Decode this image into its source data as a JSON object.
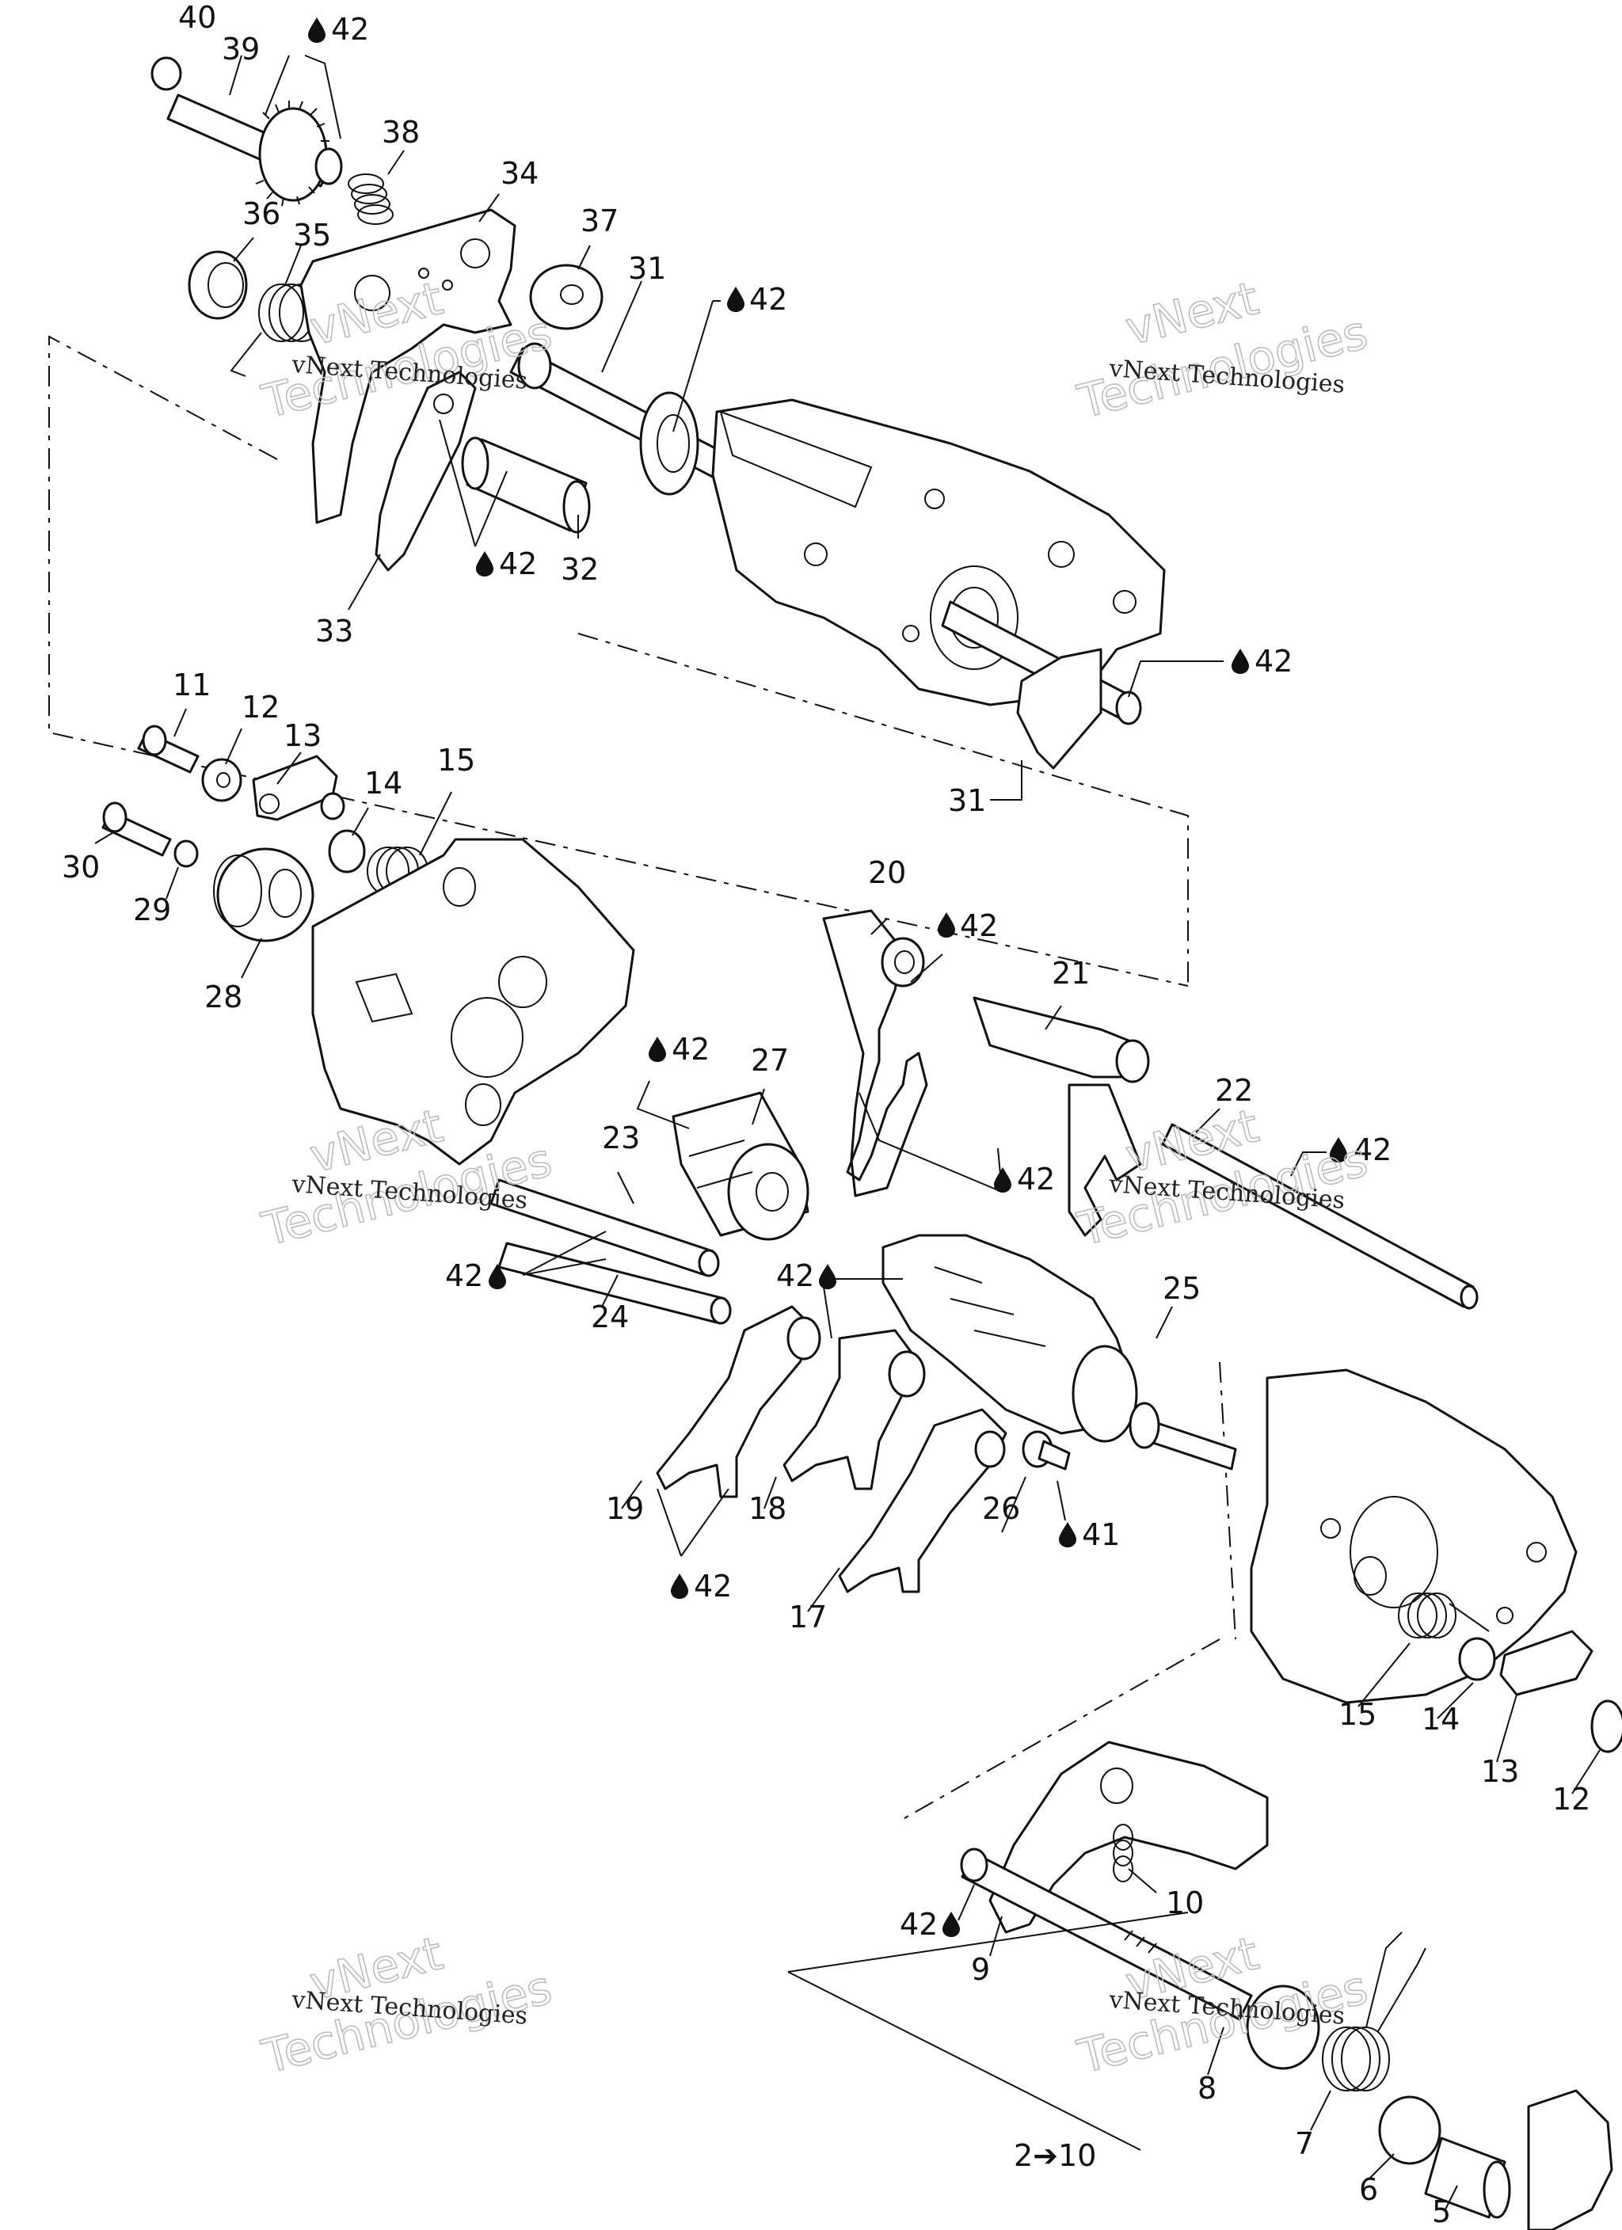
{
  "watermark": {
    "company": "vNext Technologies",
    "brand_top": "vNext",
    "brand_bottom": "Technologies"
  },
  "callouts": [
    {
      "text": "40"
    },
    {
      "text": "39"
    },
    {
      "text": "42"
    },
    {
      "text": "38"
    },
    {
      "text": "34"
    },
    {
      "text": "36"
    },
    {
      "text": "35"
    },
    {
      "text": "37"
    },
    {
      "text": "31"
    },
    {
      "text": "42"
    },
    {
      "text": "42"
    },
    {
      "text": "32"
    },
    {
      "text": "33"
    },
    {
      "text": "42"
    },
    {
      "text": "31"
    },
    {
      "text": "11"
    },
    {
      "text": "12"
    },
    {
      "text": "13"
    },
    {
      "text": "14"
    },
    {
      "text": "15"
    },
    {
      "text": "30"
    },
    {
      "text": "29"
    },
    {
      "text": "28"
    },
    {
      "text": "20"
    },
    {
      "text": "42"
    },
    {
      "text": "21"
    },
    {
      "text": "42"
    },
    {
      "text": "27"
    },
    {
      "text": "23"
    },
    {
      "text": "22"
    },
    {
      "text": "42"
    },
    {
      "text": "42"
    },
    {
      "text": "42"
    },
    {
      "text": "24"
    },
    {
      "text": "42"
    },
    {
      "text": "25"
    },
    {
      "text": "19"
    },
    {
      "text": "18"
    },
    {
      "text": "26"
    },
    {
      "text": "41"
    },
    {
      "text": "42"
    },
    {
      "text": "17"
    },
    {
      "text": "15"
    },
    {
      "text": "14"
    },
    {
      "text": "13"
    },
    {
      "text": "12"
    },
    {
      "text": "10"
    },
    {
      "text": "42"
    },
    {
      "text": "9"
    },
    {
      "text": "8"
    },
    {
      "text": "7"
    },
    {
      "text": "6"
    },
    {
      "text": "5"
    },
    {
      "text": "2➔10"
    }
  ]
}
